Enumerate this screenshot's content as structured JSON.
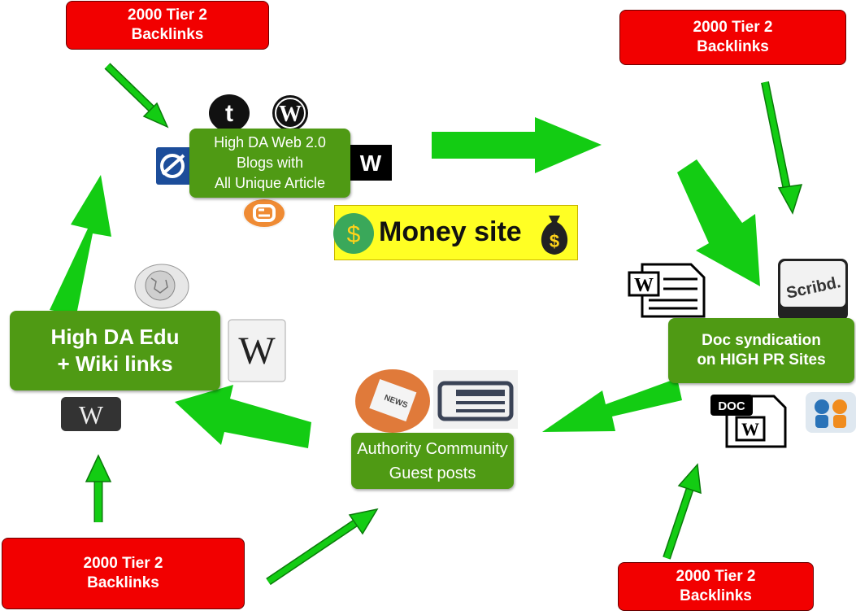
{
  "tier_boxes": {
    "top_left": {
      "line1": "2000 Tier 2",
      "line2": "Backlinks"
    },
    "top_right": {
      "line1": "2000 Tier 2",
      "line2": "Backlinks"
    },
    "bottom_left": {
      "line1": "2000 Tier 2",
      "line2": "Backlinks"
    },
    "bottom_right": {
      "line1": "2000 Tier 2",
      "line2": "Backlinks"
    }
  },
  "nodes": {
    "web20": {
      "lines": [
        "High DA Web 2.0",
        "Blogs with",
        "All Unique Article"
      ]
    },
    "edu": {
      "lines": [
        "High DA Edu",
        "+ Wiki links"
      ]
    },
    "doc": {
      "lines": [
        "Doc syndication",
        "on HIGH PR Sites"
      ]
    },
    "guest": {
      "lines": [
        "Authority Community",
        "Guest posts"
      ]
    }
  },
  "money_site": {
    "label": "Money site",
    "dollar_symbol": "$"
  },
  "icon_glyphs": {
    "tumblr": "t",
    "wordpress": "W",
    "weebly": "W",
    "wikipedia": "W",
    "blogger": "B",
    "word_doc": "W",
    "doc_label": "DOC",
    "scribd": "Scribd.",
    "news": "NEWS"
  },
  "colors": {
    "tier_red": "#f20000",
    "node_green": "#4f9a14",
    "arrow_green": "#13cc13",
    "money_yellow": "#ffff24"
  }
}
